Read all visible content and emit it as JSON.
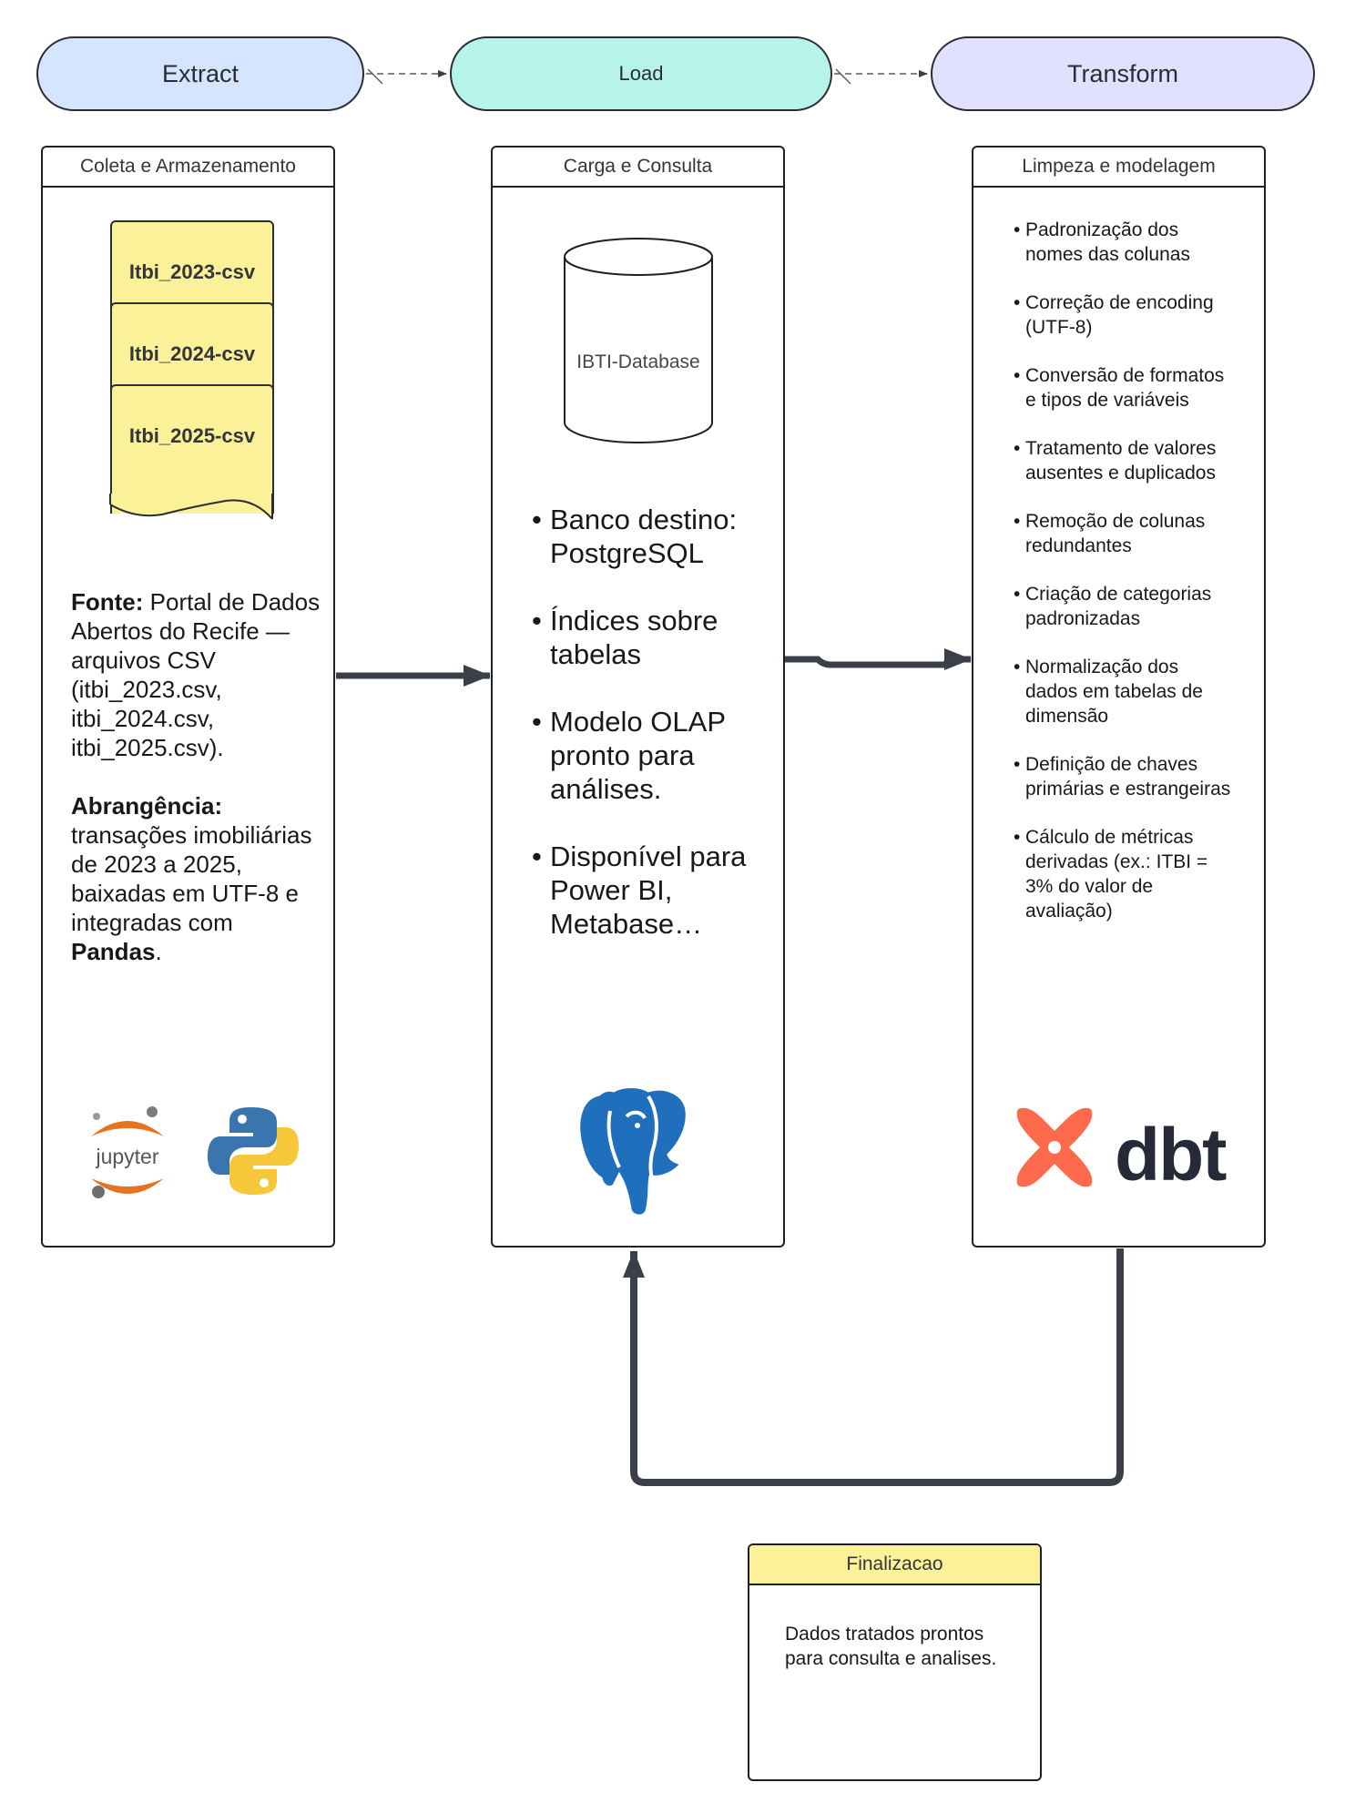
{
  "phases": {
    "extract": "Extract",
    "load": "Load",
    "transform": "Transform"
  },
  "extract_card": {
    "title": "Coleta e Armazenamento",
    "files": [
      "Itbi_2023-csv",
      "Itbi_2024-csv",
      "Itbi_2025-csv"
    ],
    "fonte_label": "Fonte:",
    "fonte_text": " Portal de Dados Abertos do Recife — arquivos CSV (itbi_2023.csv, itbi_2024.csv, itbi_2025.csv).",
    "abrangencia_label": "Abrangência:",
    "abrangencia_text": " transações imobiliárias de 2023 a 2025, baixadas em UTF-8 e integradas com ",
    "pandas_label": "Pandas",
    "period": ".",
    "logos": {
      "jupyter": "jupyter",
      "python": "python-icon"
    }
  },
  "load_card": {
    "title": "Carga e Consulta",
    "database_label": "IBTI-Database",
    "bullets": [
      "Banco destino: PostgreSQL",
      "Índices sobre tabelas",
      "Modelo OLAP pronto para análises.",
      "Disponível para Power BI, Metabase…"
    ],
    "logo": "postgresql-elephant-icon"
  },
  "transform_card": {
    "title": "Limpeza e modelagem",
    "bullets": [
      "Padronização dos nomes das colunas",
      "Correção de encoding (UTF-8)",
      "Conversão de formatos e tipos de variáveis",
      "Tratamento de valores ausentes e duplicados",
      "Remoção de colunas redundantes",
      "Criação de categorias padronizadas",
      "Normalização dos dados em tabelas de dimensão",
      "Definição de chaves primárias e estrangeiras",
      "Cálculo de métricas derivadas (ex.: ITBI = 3% do valor de avaliação)"
    ],
    "logo_text": "dbt"
  },
  "final_card": {
    "title": "Finalizacao",
    "text": "Dados tratados prontos para consulta e analises."
  },
  "colors": {
    "extract": "#d5e5ff",
    "load": "#b6f4ea",
    "transform": "#e1e0ff",
    "file": "#fbf198",
    "final_head": "#fbf198",
    "arrow": "#3a3f48",
    "postgres": "#1f6fbd",
    "jupyter": "#e6741f",
    "python_blue": "#3b75b0",
    "python_yellow": "#f7c73a",
    "dbt": "#fe6a4b"
  }
}
